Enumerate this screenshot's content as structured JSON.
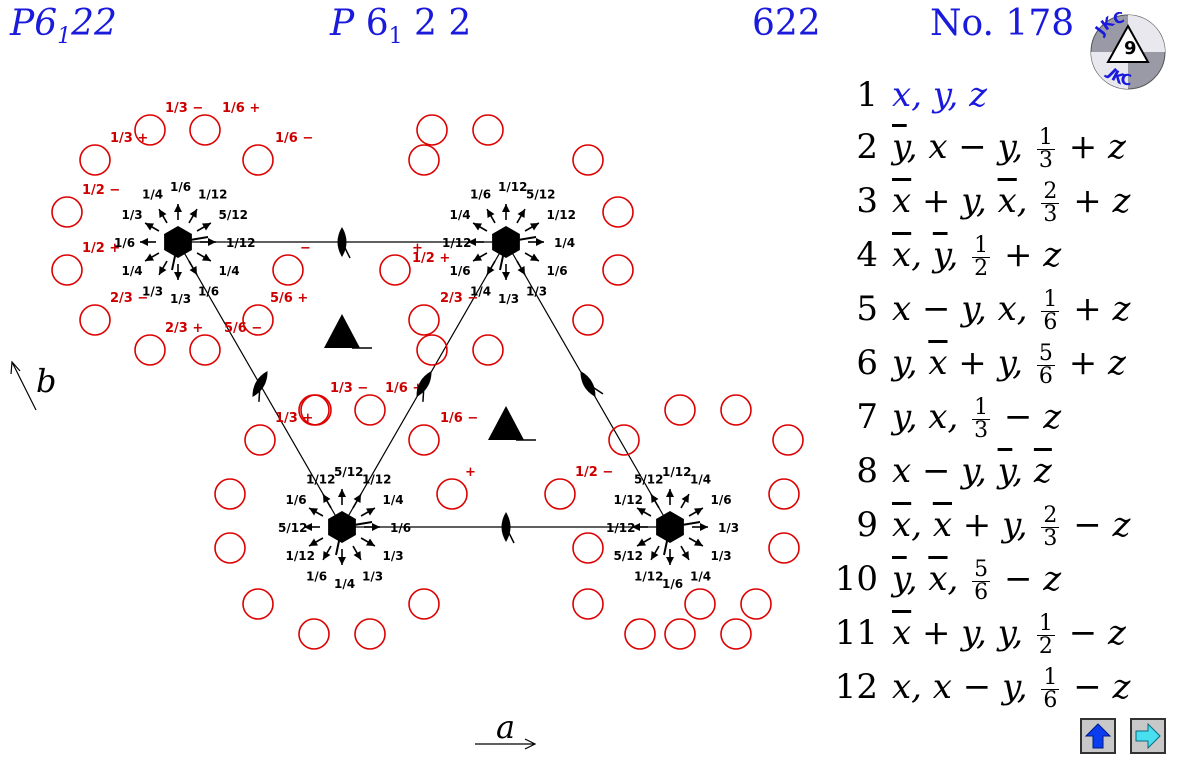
{
  "header": {
    "symbol_main": "P6",
    "symbol_sub": "1",
    "symbol_end": "22",
    "hm_p": "P",
    "hm_6": "6",
    "hm_sub": "1",
    "hm_rest": "2 2",
    "point_group": "622",
    "number": "No. 178"
  },
  "logo": {
    "text_top": "JKC",
    "text_bottom": "JKC"
  },
  "axes": {
    "a_label": "a",
    "b_label": "b"
  },
  "operations": [
    {
      "n": "1",
      "parts": [
        "x",
        ", ",
        "y",
        ", ",
        "z"
      ],
      "bar": [],
      "frac": null,
      "tail": ""
    },
    {
      "n": "2",
      "text_a": "y",
      "bar_a": true,
      "text_b": ", x − y, ",
      "frac": [
        "1",
        "3"
      ],
      "tail": " + z"
    },
    {
      "n": "3",
      "text_a": "x",
      "bar_a": true,
      "text_b": " + y, ",
      "text_c": "x",
      "bar_c": true,
      "text_d": ", ",
      "frac": [
        "2",
        "3"
      ],
      "tail": " + z"
    },
    {
      "n": "4",
      "text_a": "x",
      "bar_a": true,
      "text_b": ", ",
      "text_c": "y",
      "bar_c": true,
      "text_d": ", ",
      "frac": [
        "1",
        "2"
      ],
      "tail": " + z"
    },
    {
      "n": "5",
      "text_a": "x − y, x, ",
      "frac": [
        "1",
        "6"
      ],
      "tail": " + z"
    },
    {
      "n": "6",
      "text_a": "y, ",
      "text_b": "x",
      "bar_b": true,
      "text_c": " + y, ",
      "frac": [
        "5",
        "6"
      ],
      "tail": " + z"
    },
    {
      "n": "7",
      "text_a": "y, x, ",
      "frac": [
        "1",
        "3"
      ],
      "tail": " − z"
    },
    {
      "n": "8",
      "text_a": "x − y, ",
      "text_b": "y",
      "text_c": ", ",
      "text_d": "z"
    },
    {
      "n": "9",
      "text_a": "x",
      "text_b": ", ",
      "text_c": "x",
      "text_d": " + y, ",
      "frac": [
        "2",
        "3"
      ],
      "tail": " − z"
    },
    {
      "n": "10",
      "text_a": "y",
      "text_b": ", ",
      "text_c": "x",
      "text_d": ", ",
      "frac": [
        "5",
        "6"
      ],
      "tail": " − z"
    },
    {
      "n": "11",
      "text_a": "x",
      "text_b": " + y, y, ",
      "frac": [
        "1",
        "2"
      ],
      "tail": " − z"
    },
    {
      "n": "12",
      "text_a": "x, x − y, ",
      "frac": [
        "1",
        "6"
      ],
      "tail": " − z"
    }
  ],
  "nav": {
    "up_label": "up",
    "next_label": "next"
  },
  "diagram": {
    "circle_color": "#dd0000",
    "label_color": "#cc0000",
    "circle_labels": [
      "1/3 −",
      "1/6 +",
      "1/3 +",
      "1/6 −",
      "1/2 −",
      "1/2 +",
      "2/3 −",
      "5/6 +",
      "5/6 −",
      "2/3 +",
      "−",
      "+",
      "1/2 +",
      "2/3 −",
      "1/3 −",
      "1/6 +",
      "1/6 −",
      "1/3 +",
      "+",
      "1/2 −"
    ],
    "height_labels": [
      "1/3",
      "1/4",
      "1/6",
      "1/12",
      "5/12",
      "1/12",
      "1/4",
      "1/6",
      "1/3"
    ]
  }
}
